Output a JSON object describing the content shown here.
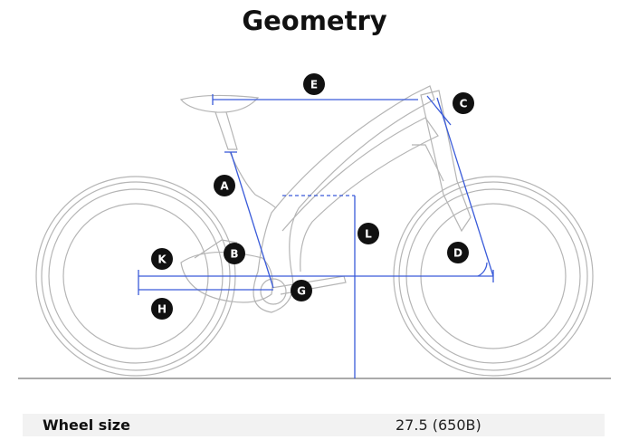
{
  "title": "Geometry",
  "diagram": {
    "labels": [
      "A",
      "B",
      "C",
      "D",
      "E",
      "G",
      "H",
      "K",
      "L"
    ],
    "accent_color": "#3a5bd9"
  },
  "specs": [
    {
      "name": "Wheel size",
      "value": "27.5 (650B)"
    }
  ]
}
